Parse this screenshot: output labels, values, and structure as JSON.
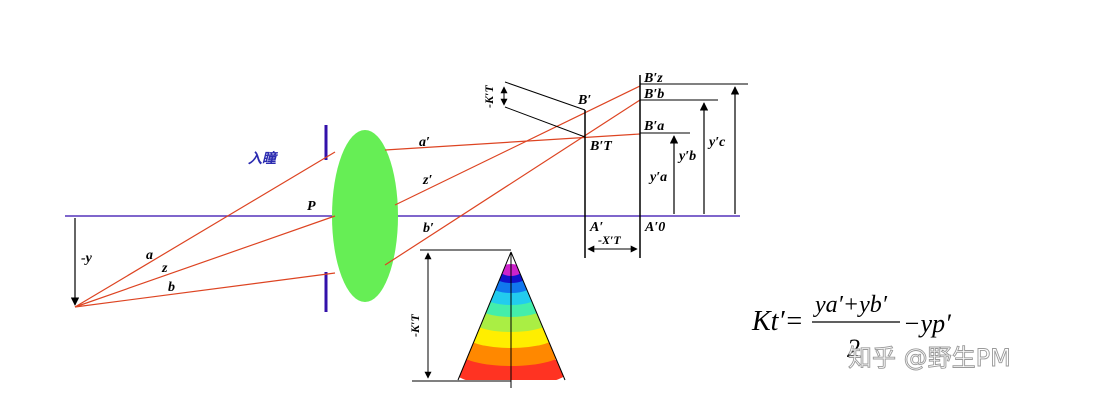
{
  "labels": {
    "entrance_pupil": "入瞳",
    "p": "P",
    "neg_y": "-y",
    "a": "a",
    "z": "z",
    "b": "b",
    "a_prime": "a′",
    "z_prime": "z′",
    "b_prime": "b′",
    "B_prime": "B′",
    "B_prime_T": "B′T",
    "A_prime": "A′",
    "A_prime_0": "A′0",
    "B_prime_z": "B′z",
    "B_prime_b": "B′b",
    "B_prime_a": "B′a",
    "y_prime_a": "y′a",
    "y_prime_b": "y′b",
    "y_prime_c": "y′c",
    "neg_X_prime_T": "-X′T",
    "neg_K_prime_T_top": "-K′T",
    "neg_K_prime_T_cone": "-K′T"
  },
  "formula": {
    "lhs": "Kt′=",
    "num": "ya′+yb′",
    "den": "2",
    "rhs": "−yp′"
  },
  "watermark": "知乎 @野生PM",
  "colors": {
    "axis": "#5533bb",
    "ray": "#dd4422",
    "lens": "#66ee55",
    "stop": "#3311aa",
    "lines": "#000000",
    "cone": [
      "#ff3322",
      "#ff8800",
      "#ffee00",
      "#aaee44",
      "#44eeaa",
      "#22ccee",
      "#1177ee",
      "#1111cc",
      "#cc22cc"
    ]
  }
}
